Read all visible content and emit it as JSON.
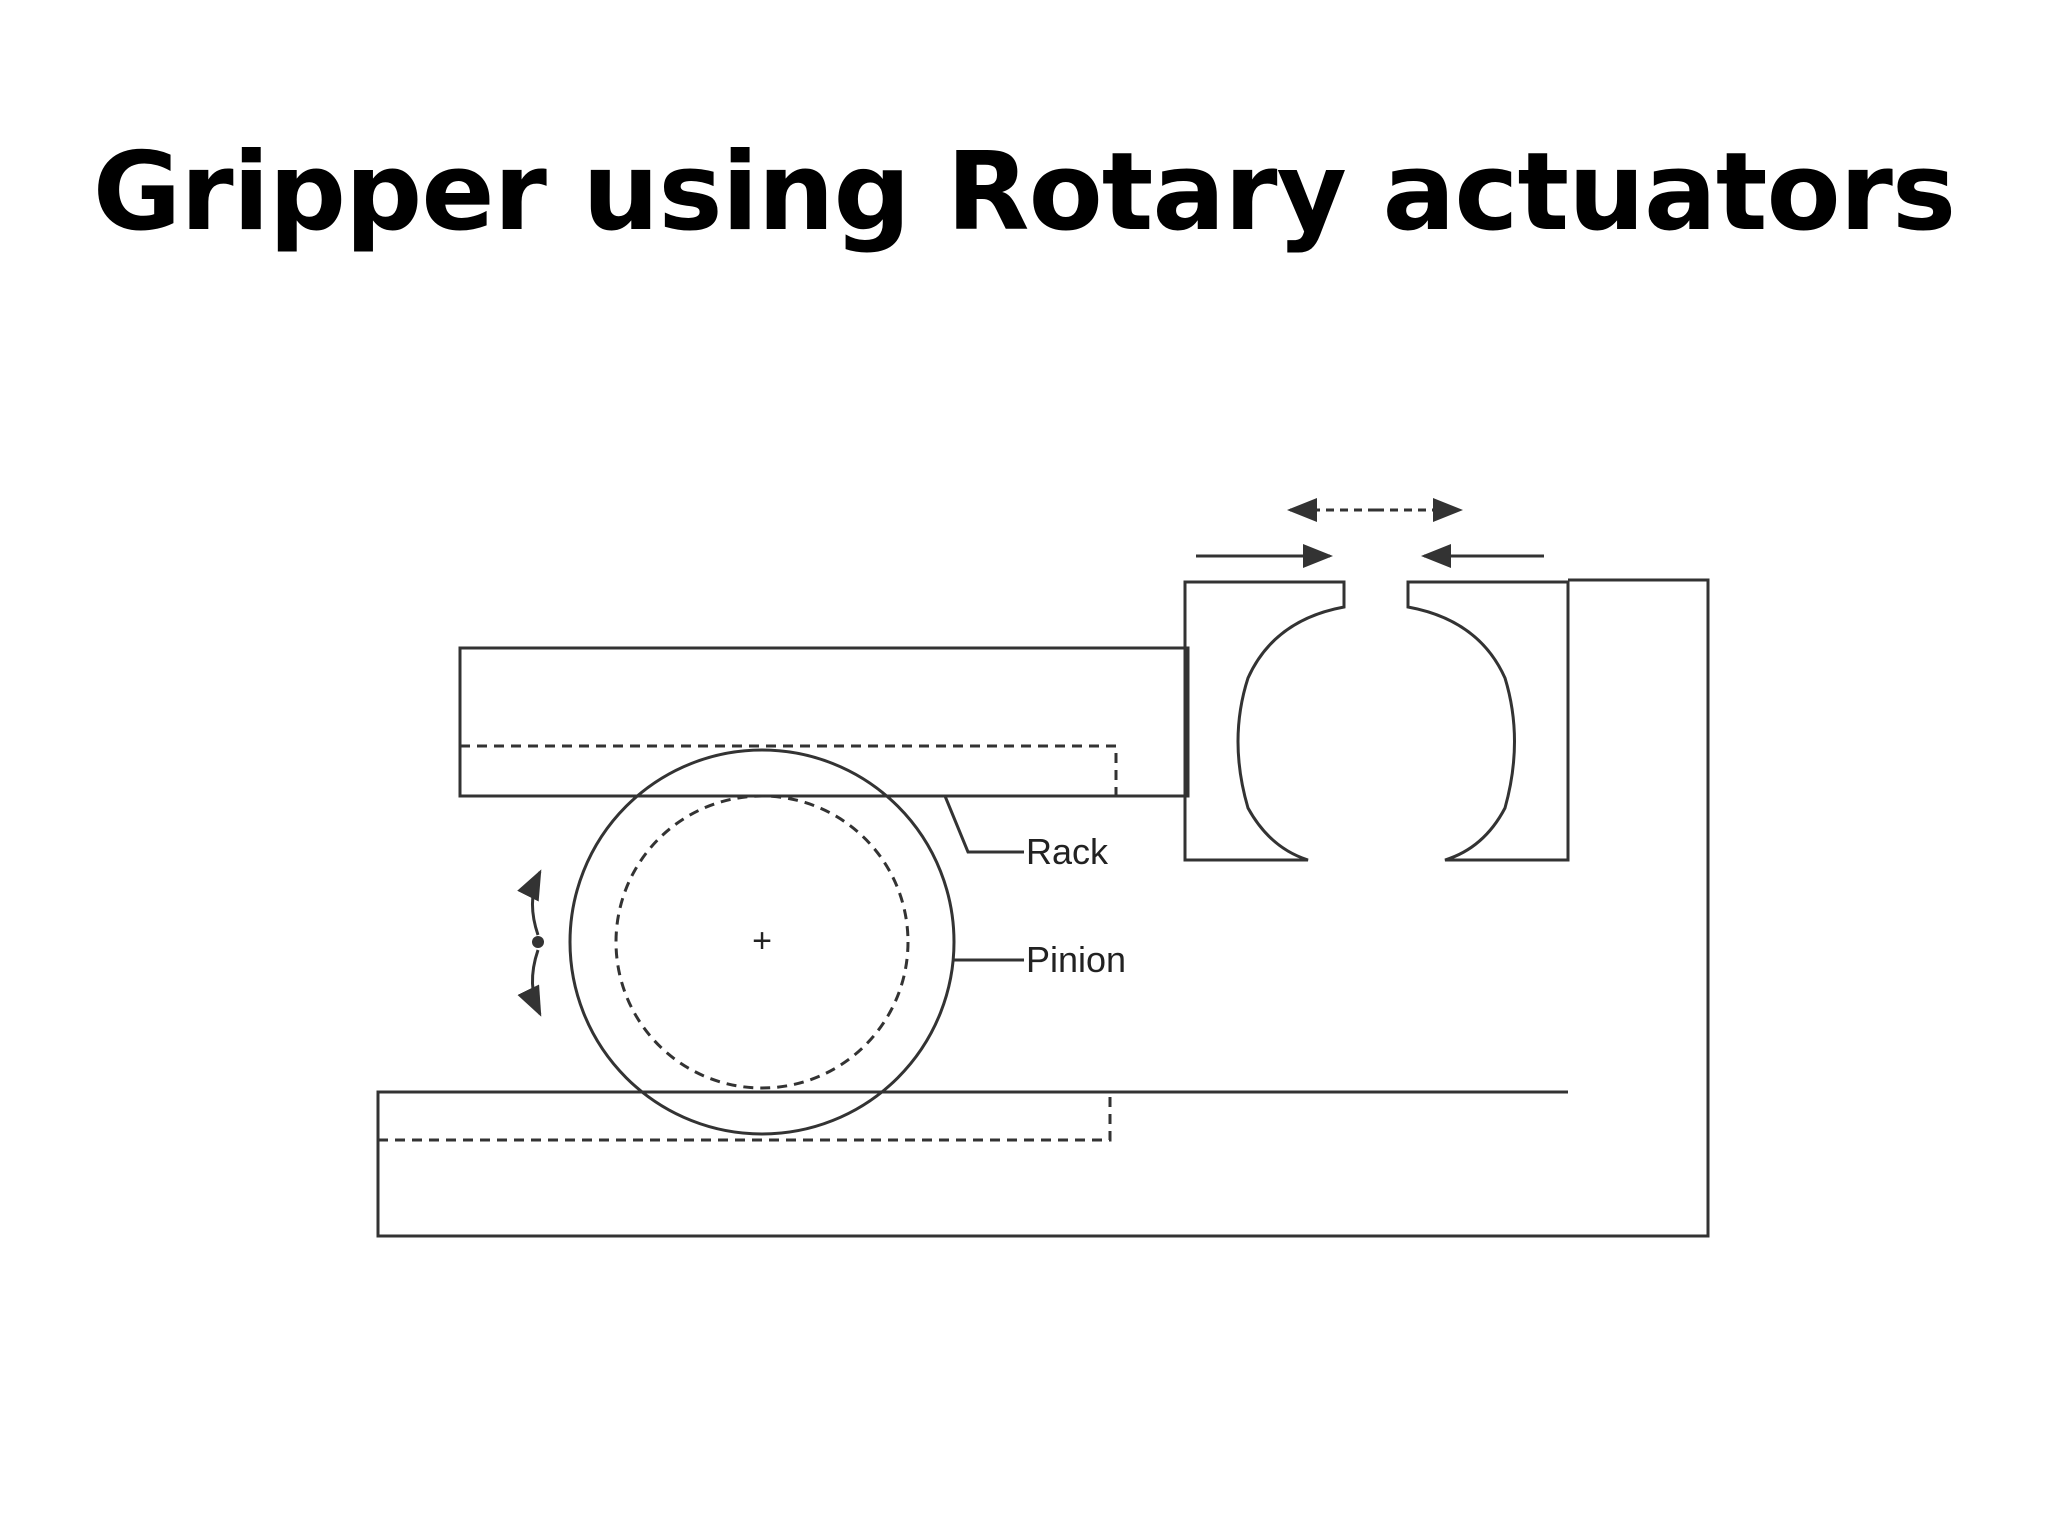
{
  "slide": {
    "title": "Gripper using Rotary actuators"
  },
  "diagram": {
    "labels": {
      "rack": "Rack",
      "pinion": "Pinion",
      "center_mark": "+"
    },
    "colors": {
      "line": "#333333",
      "background": "#ffffff",
      "text": "#000000"
    }
  }
}
